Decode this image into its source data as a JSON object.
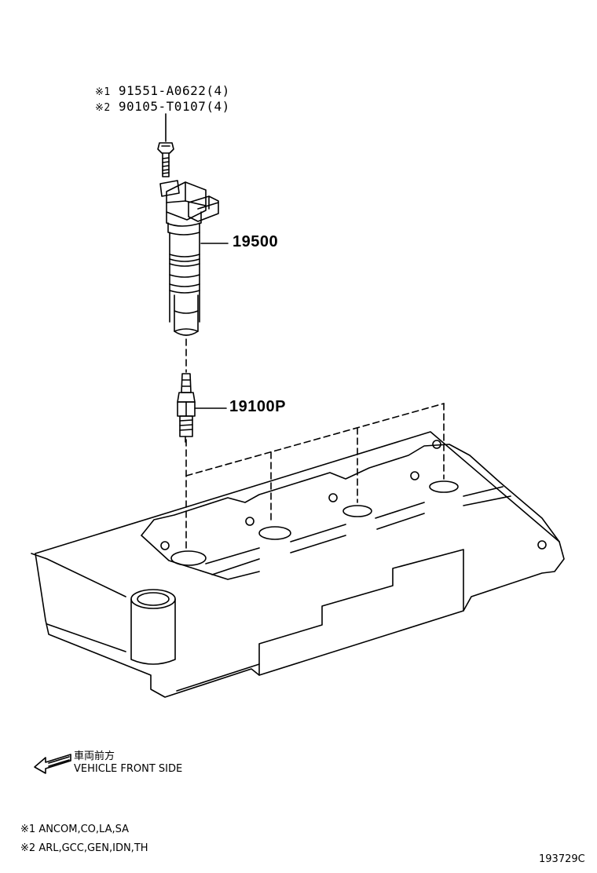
{
  "fasteners": [
    {
      "mark": "※1",
      "part": "91551-A0622(4)"
    },
    {
      "mark": "※2",
      "part": "90105-T0107(4)"
    }
  ],
  "callouts": {
    "ignition_coil": "19500",
    "spark_plug": "19100P"
  },
  "direction": {
    "japanese": "車両前方",
    "english": "VEHICLE FRONT SIDE"
  },
  "notes": [
    {
      "mark": "※1",
      "text": "ANCOM,CO,LA,SA"
    },
    {
      "mark": "※2",
      "text": "ARL,GCC,GEN,IDN,TH"
    }
  ],
  "diagram_id": "193729C"
}
